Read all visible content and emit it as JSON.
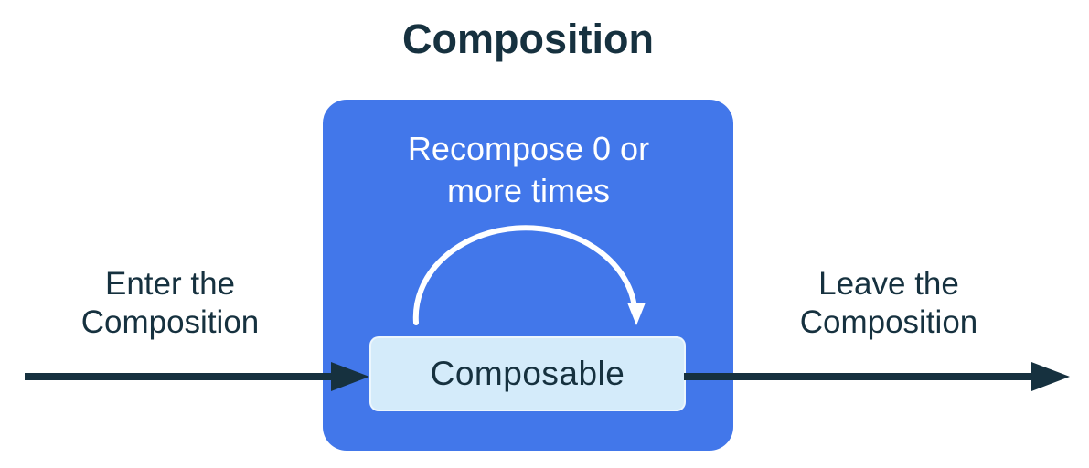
{
  "title": "Composition",
  "composition_box": {
    "recompose_label": "Recompose 0 or more times",
    "composable_label": "Composable"
  },
  "flow": {
    "enter_label": "Enter the Composition",
    "leave_label": "Leave the Composition"
  },
  "colors": {
    "dark_navy": "#16313F",
    "primary_blue": "#4277EA",
    "light_blue": "#D4EBFA",
    "white": "#FFFFFF",
    "background": "#FFFFFF"
  }
}
